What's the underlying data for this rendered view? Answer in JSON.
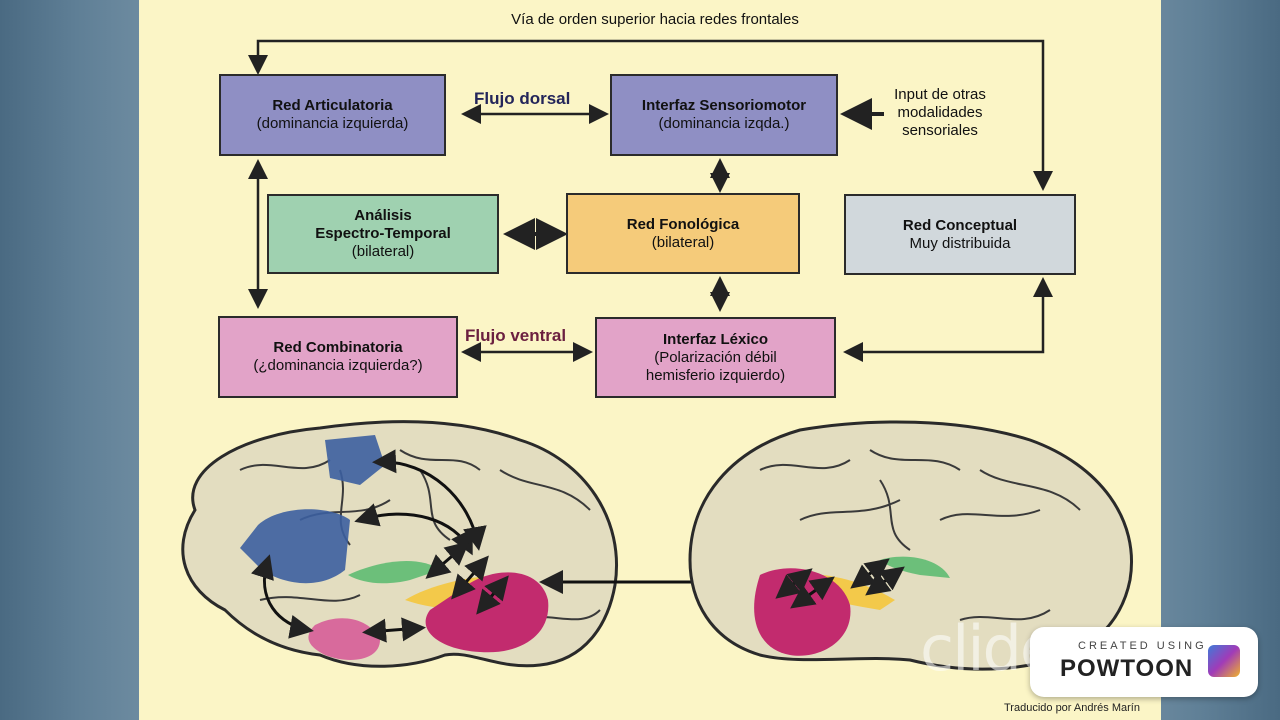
{
  "diagram": {
    "top_label": "Vía  de orden superior hacia redes frontales",
    "flow_dorsal": "Flujo dorsal",
    "flow_ventral": "Flujo ventral",
    "input_label": [
      "Input de otras",
      "modalidades",
      "sensoriales"
    ],
    "boxes": {
      "articulatoria": {
        "title": "Red Articulatoria",
        "sub": "(dominancia izquierda)"
      },
      "sensoriomotor": {
        "title": "Interfaz Sensoriomotor",
        "sub": "(dominancia izqda.)"
      },
      "espectro": {
        "title1": "Análisis",
        "title2": "Espectro-Temporal",
        "sub": "(bilateral)"
      },
      "fonologica": {
        "title": "Red Fonológica",
        "sub": "(bilateral)"
      },
      "conceptual": {
        "title": "Red Conceptual",
        "sub": "Muy distribuida"
      },
      "combinatoria": {
        "title": "Red Combinatoria",
        "sub": "(¿dominancia izquierda?)"
      },
      "lexico": {
        "title": "Interfaz Léxico",
        "sub1": "(Polarización débil",
        "sub2": "hemisferio izquierdo)"
      }
    },
    "colors": {
      "articulatory": "#8f8fc4",
      "spectrotemporal": "#9fd1b0",
      "phonological": "#f5cb7a",
      "conceptual": "#d1d8dc",
      "combinatorial": "#e2a3c8",
      "brain_blue": "#3c5fa0",
      "brain_green": "#6cbf7a",
      "brain_yellow": "#f3c94a",
      "brain_magenta": "#c22b6e",
      "brain_pink": "#d86a9c"
    }
  },
  "watermark": {
    "clideo": "clideo.com",
    "created_using": "CREATED USING",
    "powtoon": "POWTOON"
  },
  "credit": "Traducido por Andrés Marín"
}
